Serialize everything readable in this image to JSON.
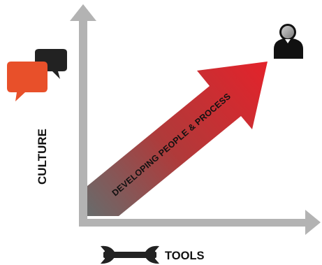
{
  "diagram": {
    "y_axis_label": "CULTURE",
    "x_axis_label": "TOOLS",
    "arrow_label": "DEVELOPING PEOPLE & PROCESS",
    "icons": {
      "culture": "speech-bubbles-icon",
      "tools": "wrench-icon",
      "goal": "person-icon"
    },
    "colors": {
      "axis": "#b3b3b3",
      "arrow_start": "#6e6e6e",
      "arrow_end": "#e2232b",
      "bubble_front": "#e8502a",
      "bubble_back": "#222222",
      "person_body": "#111111",
      "person_head": "#9a9a9a",
      "label": "#111111"
    }
  }
}
